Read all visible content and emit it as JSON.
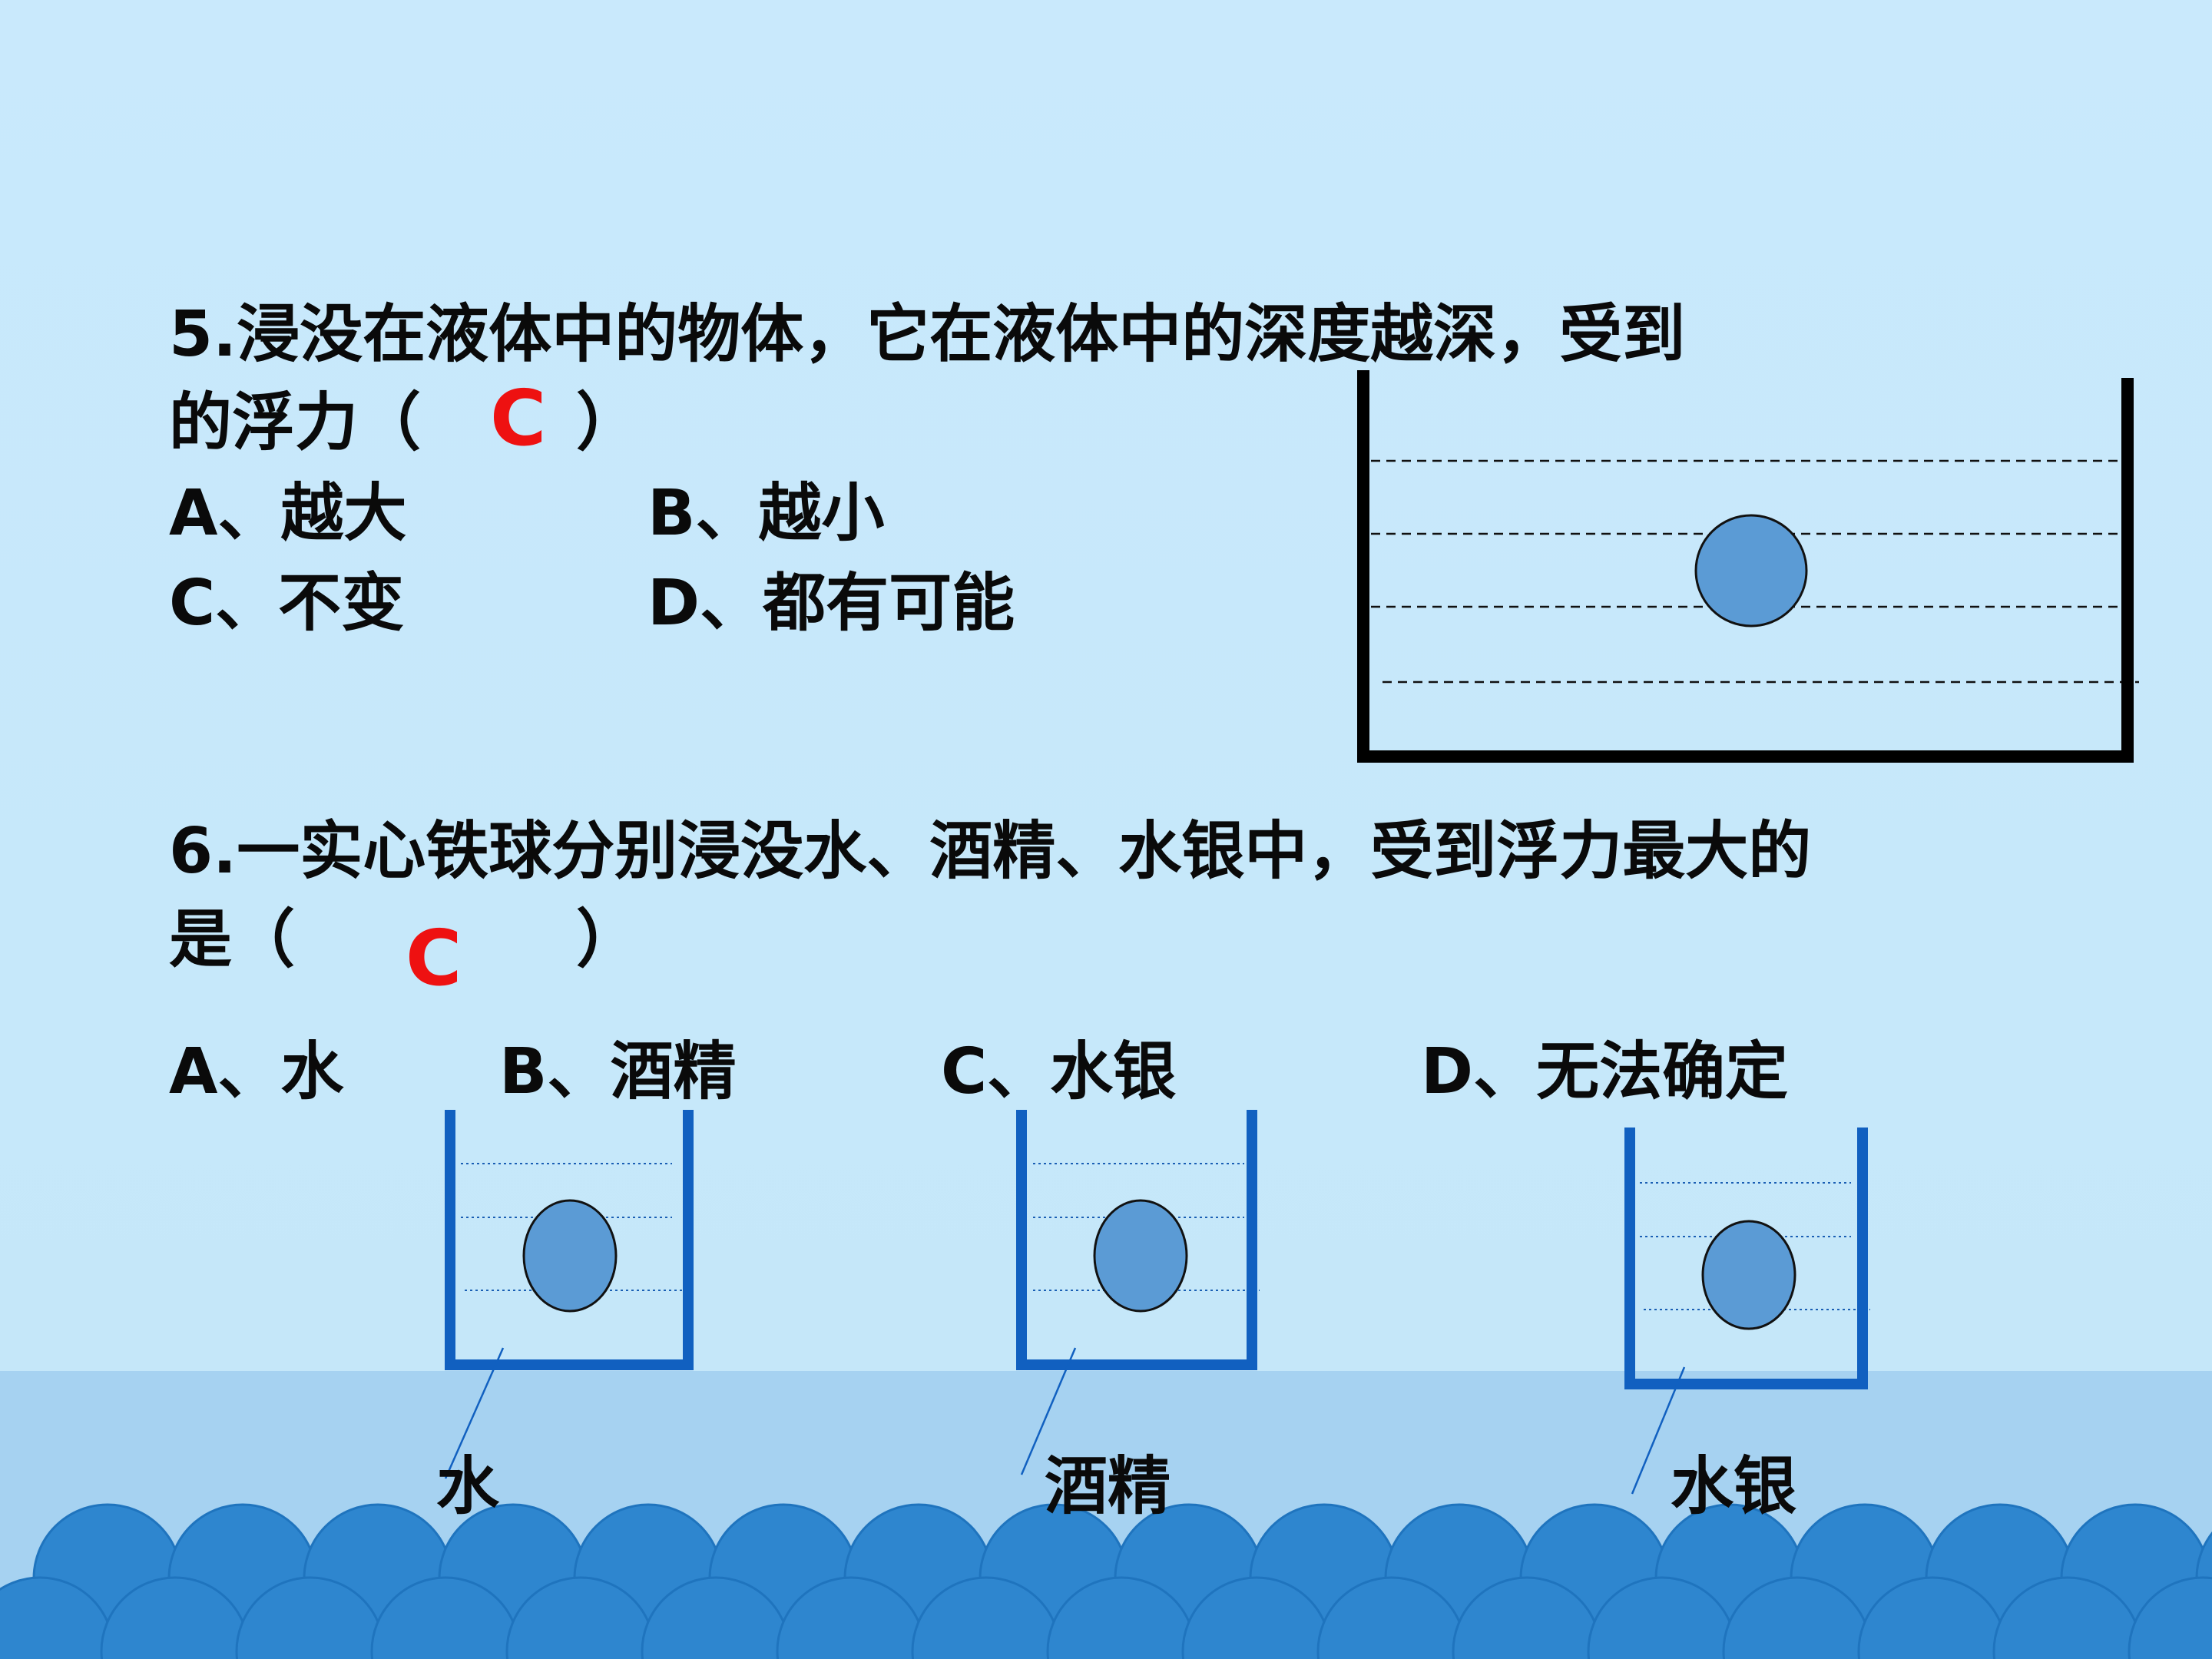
{
  "q5": {
    "line1": "5.浸没在液体中的物体，它在液体中的深度越深，受到",
    "line2_prefix": "的浮力（",
    "answer": "C",
    "line2_suffix": "）",
    "options": [
      "A、越大",
      "B、越小",
      "C、不变",
      "D、都有可能"
    ]
  },
  "q6": {
    "line1": "6.一实心铁球分别浸没水、酒精、水银中，受到浮力最大的",
    "line2_prefix": "是（",
    "answer": "C",
    "line2_suffix": "）",
    "options": [
      "A、水",
      "B、酒精",
      "C、水银",
      "D、无法确定"
    ],
    "liquid_labels": [
      "水",
      "酒精",
      "水银"
    ]
  },
  "colors": {
    "background": "#c8e8fb",
    "sea_band": "#a6d2f1",
    "waves": "#2e86cf",
    "answer": "#ee1111",
    "beaker": "#1160c0",
    "ball": "#5b9bd5"
  }
}
